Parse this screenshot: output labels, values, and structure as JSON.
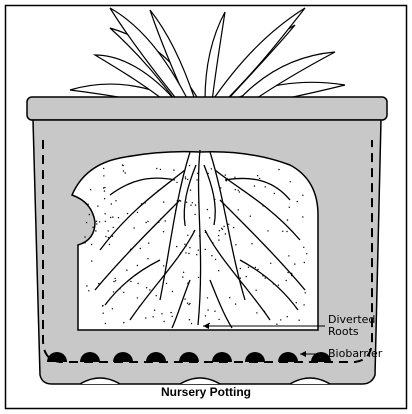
{
  "diagram": {
    "caption": "Nursery Potting",
    "labels": {
      "diverted_roots_line1": "Diverted",
      "diverted_roots_line2": "Roots",
      "biobarrier": "Biobarrier"
    }
  },
  "colors": {
    "pot_fill": "#c8c8c8",
    "soil_fill": "#ffffff",
    "outline": "#000000",
    "leaf_fill": "#ffffff"
  }
}
